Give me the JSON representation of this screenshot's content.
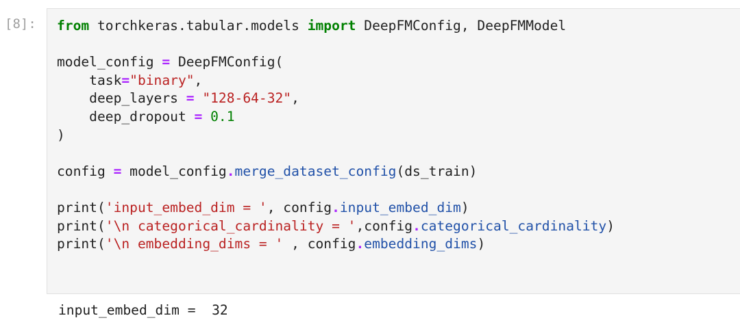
{
  "cell": {
    "prompt": "[8]:",
    "code_lines": [
      [
        {
          "t": "from",
          "c": "kw"
        },
        {
          "t": " torchkeras.tabular.models ",
          "c": ""
        },
        {
          "t": "import",
          "c": "kw"
        },
        {
          "t": " DeepFMConfig, DeepFMModel",
          "c": ""
        }
      ],
      [],
      [
        {
          "t": "model_config ",
          "c": ""
        },
        {
          "t": "=",
          "c": "op"
        },
        {
          "t": " DeepFMConfig(",
          "c": ""
        }
      ],
      [
        {
          "t": "    task",
          "c": ""
        },
        {
          "t": "=",
          "c": "op"
        },
        {
          "t": "\"binary\"",
          "c": "str"
        },
        {
          "t": ",",
          "c": ""
        }
      ],
      [
        {
          "t": "    deep_layers ",
          "c": ""
        },
        {
          "t": "=",
          "c": "op"
        },
        {
          "t": " ",
          "c": ""
        },
        {
          "t": "\"128-64-32\"",
          "c": "str"
        },
        {
          "t": ",",
          "c": ""
        }
      ],
      [
        {
          "t": "    deep_dropout ",
          "c": ""
        },
        {
          "t": "=",
          "c": "op"
        },
        {
          "t": " ",
          "c": ""
        },
        {
          "t": "0.1",
          "c": "num"
        }
      ],
      [
        {
          "t": ")",
          "c": ""
        }
      ],
      [],
      [
        {
          "t": "config ",
          "c": ""
        },
        {
          "t": "=",
          "c": "op"
        },
        {
          "t": " model_config",
          "c": ""
        },
        {
          "t": ".",
          "c": "op"
        },
        {
          "t": "merge_dataset_config",
          "c": "attr"
        },
        {
          "t": "(ds_train)",
          "c": ""
        }
      ],
      [],
      [
        {
          "t": "print(",
          "c": ""
        },
        {
          "t": "'input_embed_dim = '",
          "c": "str"
        },
        {
          "t": ", config",
          "c": ""
        },
        {
          "t": ".",
          "c": "op"
        },
        {
          "t": "input_embed_dim",
          "c": "attr"
        },
        {
          "t": ")",
          "c": ""
        }
      ],
      [
        {
          "t": "print(",
          "c": ""
        },
        {
          "t": "'\\n categorical_cardinality = '",
          "c": "str"
        },
        {
          "t": ",config",
          "c": ""
        },
        {
          "t": ".",
          "c": "op"
        },
        {
          "t": "categorical_cardinality",
          "c": "attr"
        },
        {
          "t": ")",
          "c": ""
        }
      ],
      [
        {
          "t": "print(",
          "c": ""
        },
        {
          "t": "'\\n embedding_dims = '",
          "c": "str"
        },
        {
          "t": " , config",
          "c": ""
        },
        {
          "t": ".",
          "c": "op"
        },
        {
          "t": "embedding_dims",
          "c": "attr"
        },
        {
          "t": ")",
          "c": ""
        }
      ]
    ],
    "output": "input_embed_dim =  32"
  },
  "colors": {
    "keyword": "#008000",
    "operator": "#aa22ff",
    "string": "#ba2121",
    "number": "#008000",
    "attribute": "#2151a8",
    "cell_background": "#f5f5f5",
    "prompt": "#9e9e9e"
  }
}
